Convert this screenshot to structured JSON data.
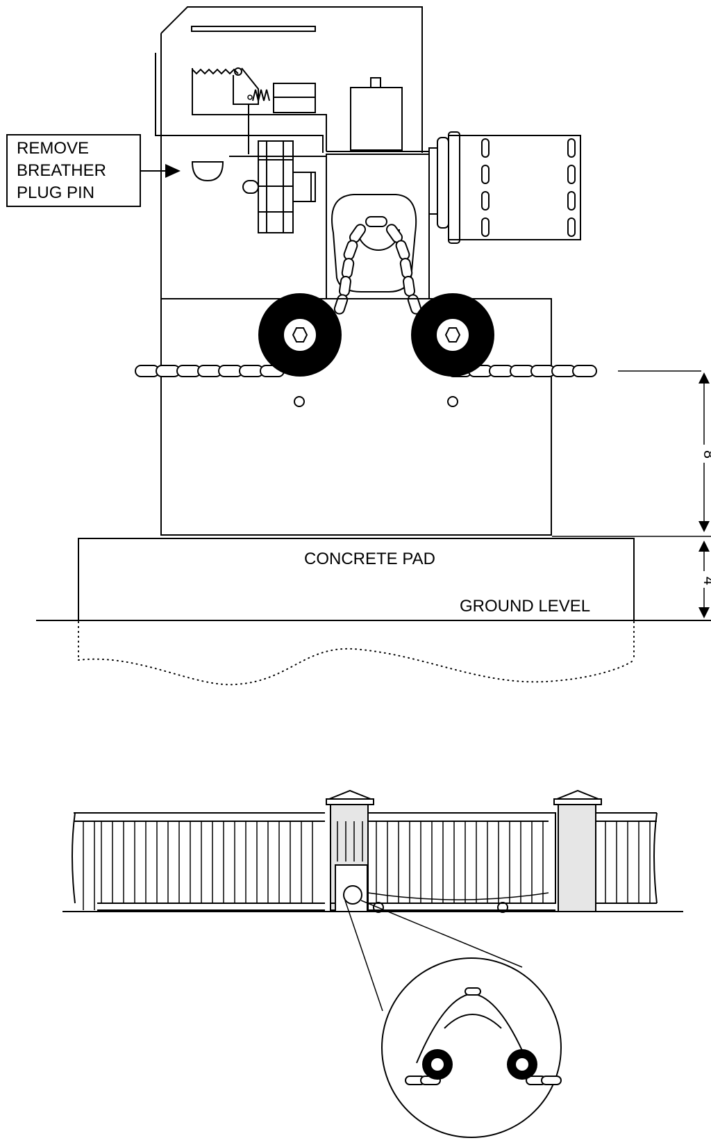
{
  "callout": {
    "line1": "REMOVE",
    "line2": "BREATHER",
    "line3": "PLUG PIN"
  },
  "labels": {
    "concrete_pad": "CONCRETE PAD",
    "ground_level": "GROUND LEVEL"
  },
  "dimensions": {
    "upper": "8",
    "lower": "4"
  },
  "colors": {
    "line": "#000000",
    "post_fill": "#e6e6e6"
  }
}
